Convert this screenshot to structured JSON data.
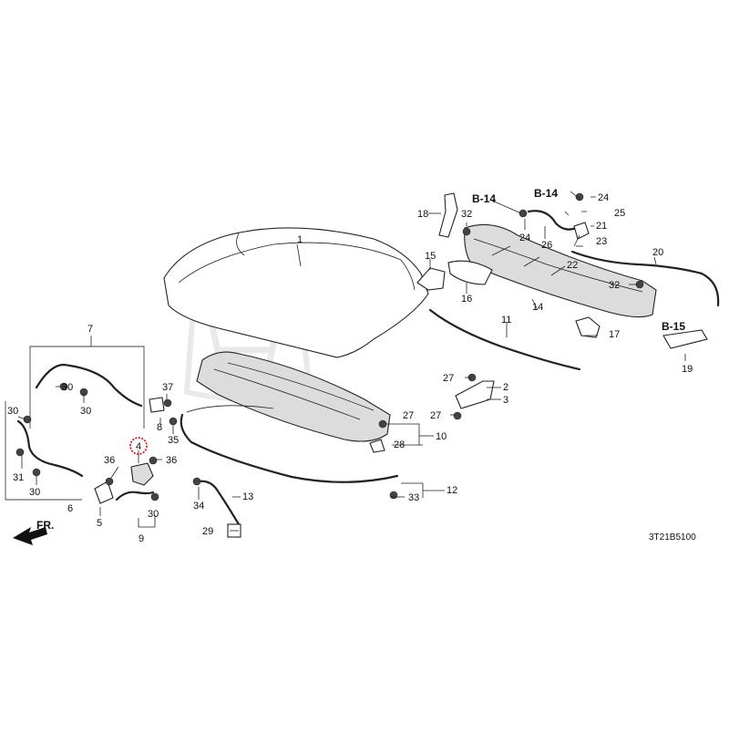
{
  "diagram": {
    "code": "3T21B5100",
    "front_label": "FR.",
    "highlighted_callout": "4",
    "ref_labels": [
      "B-14",
      "B-14",
      "B-15"
    ],
    "callouts": [
      "1",
      "2",
      "3",
      "4",
      "5",
      "6",
      "7",
      "8",
      "9",
      "10",
      "11",
      "12",
      "13",
      "14",
      "15",
      "16",
      "17",
      "18",
      "19",
      "20",
      "21",
      "22",
      "23",
      "24",
      "24",
      "25",
      "26",
      "27",
      "27",
      "27",
      "28",
      "29",
      "30",
      "30",
      "30",
      "30",
      "30",
      "31",
      "32",
      "32",
      "33",
      "34",
      "35",
      "36",
      "36",
      "37"
    ]
  }
}
